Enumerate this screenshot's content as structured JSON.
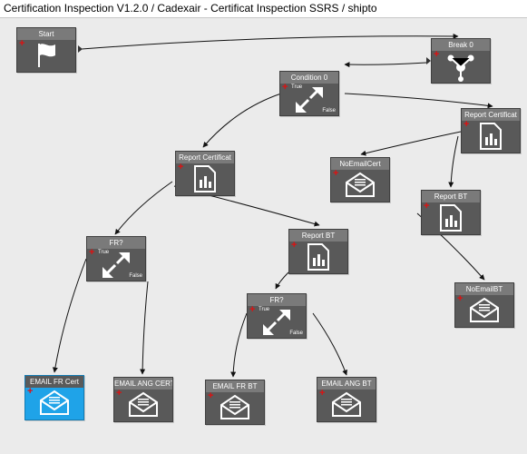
{
  "window": {
    "title": "Certification  Inspection V1.2.0 / Cadexair - Certificat Inspection SSRS / shipto"
  },
  "colors": {
    "node_bg": "#595959",
    "node_header": "#7a7a7a",
    "active_node_bg": "#1fa3e8",
    "add_marker": "#e01010",
    "canvas": "#ebebeb"
  },
  "nodes": {
    "start": {
      "label": "Start",
      "icon": "flag-icon"
    },
    "break0": {
      "label": "Break 0",
      "icon": "branch-icon"
    },
    "condition0": {
      "label": "Condition 0",
      "icon": "split-arrows-icon",
      "true_label": "True",
      "false_label": "False"
    },
    "report_cert_left": {
      "label": "Report Certificat",
      "icon": "report-icon"
    },
    "report_cert_right": {
      "label": "Report Certificat",
      "icon": "report-icon"
    },
    "noemailcert": {
      "label": "NoEmailCert",
      "icon": "envelope-icon"
    },
    "report_bt_right": {
      "label": "Report BT",
      "icon": "report-icon"
    },
    "report_bt_mid": {
      "label": "Report BT",
      "icon": "report-icon"
    },
    "fr_left": {
      "label": "FR?",
      "icon": "split-arrows-icon",
      "true_label": "True",
      "false_label": "False"
    },
    "fr_mid": {
      "label": "FR?",
      "icon": "split-arrows-icon",
      "true_label": "True",
      "false_label": "False"
    },
    "noemailbt": {
      "label": "NoEmailBT",
      "icon": "envelope-icon"
    },
    "email_fr_cert": {
      "label": "EMAIL FR Cert",
      "icon": "envelope-icon"
    },
    "email_ang_cert": {
      "label": "EMAIL ANG CERT",
      "icon": "envelope-icon"
    },
    "email_fr_bt": {
      "label": "EMAIL FR BT",
      "icon": "envelope-icon"
    },
    "email_ang_bt": {
      "label": "EMAIL ANG BT",
      "icon": "envelope-icon"
    }
  }
}
